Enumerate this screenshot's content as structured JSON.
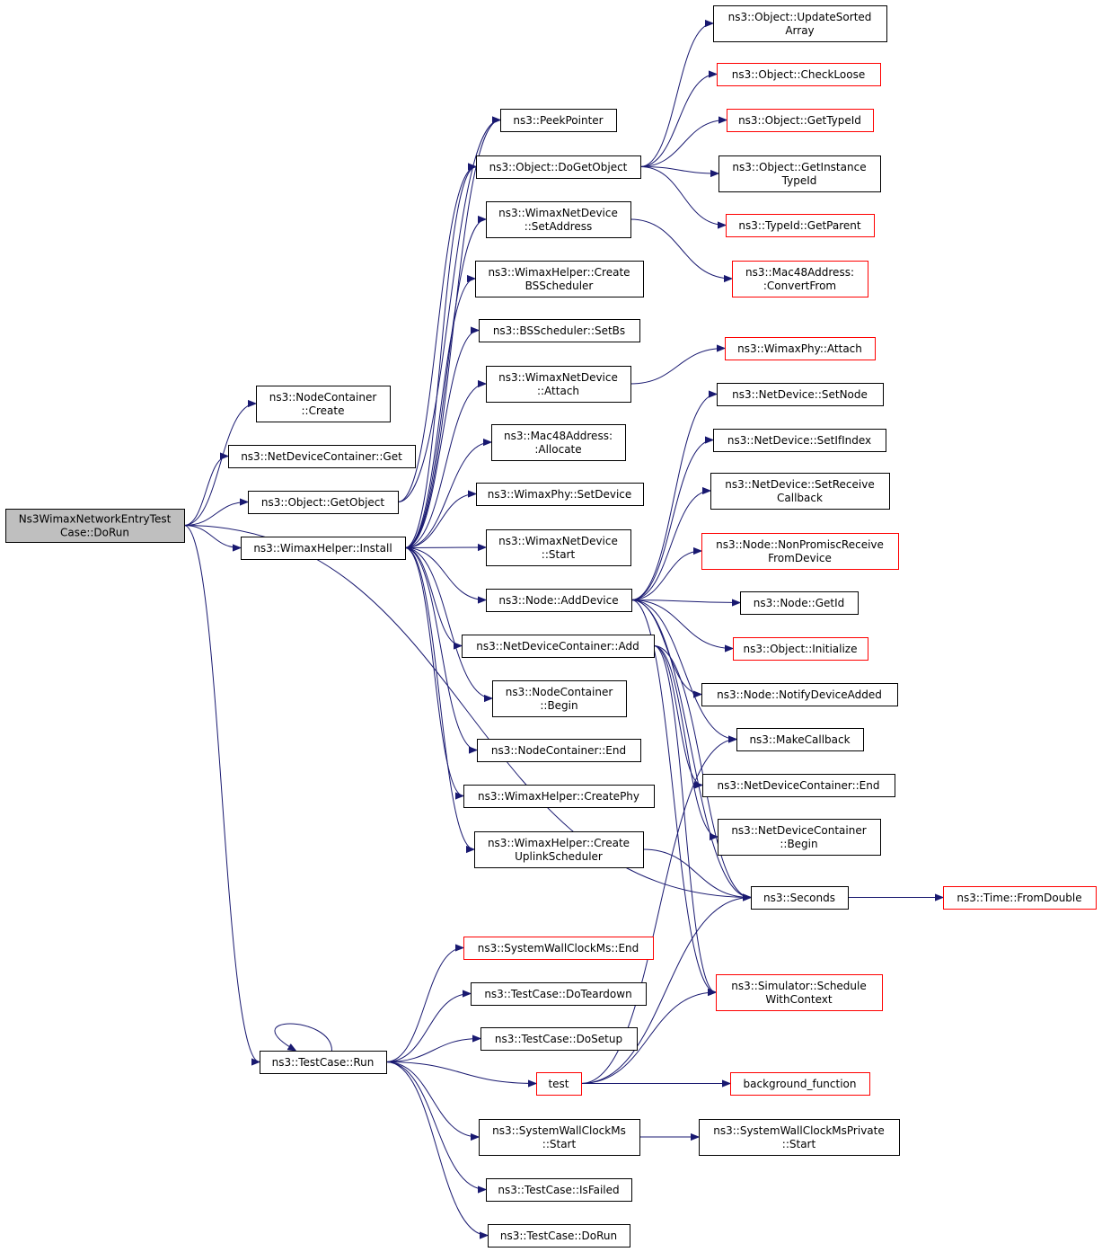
{
  "colors": {
    "edge": "#191970",
    "border_normal": "#000000",
    "border_truncated": "#ff0000",
    "root_fill": "#bfbfbf",
    "node_fill": "#ffffff"
  },
  "nodes": [
    {
      "id": "root",
      "lines": [
        "Ns3WimaxNetworkEntryTest",
        "Case::DoRun"
      ],
      "style": "root"
    },
    {
      "id": "nc_create",
      "lines": [
        "ns3::NodeContainer",
        "::Create"
      ],
      "style": "normal"
    },
    {
      "id": "ndc_get",
      "lines": [
        "ns3::NetDeviceContainer::Get"
      ],
      "style": "normal"
    },
    {
      "id": "obj_getobject",
      "lines": [
        "ns3::Object::GetObject"
      ],
      "style": "normal"
    },
    {
      "id": "wh_install",
      "lines": [
        "ns3::WimaxHelper::Install"
      ],
      "style": "normal"
    },
    {
      "id": "tc_run",
      "lines": [
        "ns3::TestCase::Run"
      ],
      "style": "normal"
    },
    {
      "id": "peekpointer",
      "lines": [
        "ns3::PeekPointer"
      ],
      "style": "normal"
    },
    {
      "id": "obj_dogetobject",
      "lines": [
        "ns3::Object::DoGetObject"
      ],
      "style": "normal"
    },
    {
      "id": "wnd_setaddress",
      "lines": [
        "ns3::WimaxNetDevice",
        "::SetAddress"
      ],
      "style": "normal"
    },
    {
      "id": "wh_createbss",
      "lines": [
        "ns3::WimaxHelper::Create",
        "BSScheduler"
      ],
      "style": "normal"
    },
    {
      "id": "bss_setbs",
      "lines": [
        "ns3::BSScheduler::SetBs"
      ],
      "style": "normal"
    },
    {
      "id": "wnd_attach",
      "lines": [
        "ns3::WimaxNetDevice",
        "::Attach"
      ],
      "style": "normal"
    },
    {
      "id": "mac_allocate",
      "lines": [
        "ns3::Mac48Address:",
        ":Allocate"
      ],
      "style": "normal"
    },
    {
      "id": "wp_setdevice",
      "lines": [
        "ns3::WimaxPhy::SetDevice"
      ],
      "style": "normal"
    },
    {
      "id": "wnd_start",
      "lines": [
        "ns3::WimaxNetDevice",
        "::Start"
      ],
      "style": "normal"
    },
    {
      "id": "node_adddevice",
      "lines": [
        "ns3::Node::AddDevice"
      ],
      "style": "normal"
    },
    {
      "id": "ndc_add",
      "lines": [
        "ns3::NetDeviceContainer::Add"
      ],
      "style": "normal"
    },
    {
      "id": "nc_begin",
      "lines": [
        "ns3::NodeContainer",
        "::Begin"
      ],
      "style": "normal"
    },
    {
      "id": "nc_end",
      "lines": [
        "ns3::NodeContainer::End"
      ],
      "style": "normal"
    },
    {
      "id": "wh_createphy",
      "lines": [
        "ns3::WimaxHelper::CreatePhy"
      ],
      "style": "normal"
    },
    {
      "id": "wh_createul",
      "lines": [
        "ns3::WimaxHelper::Create",
        "UplinkScheduler"
      ],
      "style": "normal"
    },
    {
      "id": "swc_end",
      "lines": [
        "ns3::SystemWallClockMs::End"
      ],
      "style": "truncated"
    },
    {
      "id": "tc_doteardown",
      "lines": [
        "ns3::TestCase::DoTeardown"
      ],
      "style": "normal"
    },
    {
      "id": "tc_dosetup",
      "lines": [
        "ns3::TestCase::DoSetup"
      ],
      "style": "normal"
    },
    {
      "id": "test",
      "lines": [
        "test"
      ],
      "style": "truncated"
    },
    {
      "id": "swc_start",
      "lines": [
        "ns3::SystemWallClockMs",
        "::Start"
      ],
      "style": "normal"
    },
    {
      "id": "tc_isfailed",
      "lines": [
        "ns3::TestCase::IsFailed"
      ],
      "style": "normal"
    },
    {
      "id": "tc_dorun",
      "lines": [
        "ns3::TestCase::DoRun"
      ],
      "style": "normal"
    },
    {
      "id": "obj_updatesorted",
      "lines": [
        "ns3::Object::UpdateSorted",
        "Array"
      ],
      "style": "normal"
    },
    {
      "id": "obj_checkloose",
      "lines": [
        "ns3::Object::CheckLoose"
      ],
      "style": "truncated"
    },
    {
      "id": "obj_gettypeid",
      "lines": [
        "ns3::Object::GetTypeId"
      ],
      "style": "truncated"
    },
    {
      "id": "obj_getinstancetypeid",
      "lines": [
        "ns3::Object::GetInstance",
        "TypeId"
      ],
      "style": "normal"
    },
    {
      "id": "tid_getparent",
      "lines": [
        "ns3::TypeId::GetParent"
      ],
      "style": "truncated"
    },
    {
      "id": "mac_convertfrom",
      "lines": [
        "ns3::Mac48Address:",
        ":ConvertFrom"
      ],
      "style": "truncated"
    },
    {
      "id": "wp_attach",
      "lines": [
        "ns3::WimaxPhy::Attach"
      ],
      "style": "truncated"
    },
    {
      "id": "nd_setnode",
      "lines": [
        "ns3::NetDevice::SetNode"
      ],
      "style": "normal"
    },
    {
      "id": "nd_setifindex",
      "lines": [
        "ns3::NetDevice::SetIfIndex"
      ],
      "style": "normal"
    },
    {
      "id": "nd_setreceivecb",
      "lines": [
        "ns3::NetDevice::SetReceive",
        "Callback"
      ],
      "style": "normal"
    },
    {
      "id": "node_nonpromisc",
      "lines": [
        "ns3::Node::NonPromiscReceive",
        "FromDevice"
      ],
      "style": "truncated"
    },
    {
      "id": "node_getid",
      "lines": [
        "ns3::Node::GetId"
      ],
      "style": "normal"
    },
    {
      "id": "obj_initialize",
      "lines": [
        "ns3::Object::Initialize"
      ],
      "style": "truncated"
    },
    {
      "id": "node_notifydeviceadded",
      "lines": [
        "ns3::Node::NotifyDeviceAdded"
      ],
      "style": "normal"
    },
    {
      "id": "makecallback",
      "lines": [
        "ns3::MakeCallback"
      ],
      "style": "normal"
    },
    {
      "id": "ndc_end",
      "lines": [
        "ns3::NetDeviceContainer::End"
      ],
      "style": "normal"
    },
    {
      "id": "ndc_begin",
      "lines": [
        "ns3::NetDeviceContainer",
        "::Begin"
      ],
      "style": "normal"
    },
    {
      "id": "seconds",
      "lines": [
        "ns3::Seconds"
      ],
      "style": "normal"
    },
    {
      "id": "time_fromdouble",
      "lines": [
        "ns3::Time::FromDouble"
      ],
      "style": "truncated"
    },
    {
      "id": "sim_schedulewithcontext",
      "lines": [
        "ns3::Simulator::Schedule",
        "WithContext"
      ],
      "style": "truncated"
    },
    {
      "id": "background_function",
      "lines": [
        "background_function"
      ],
      "style": "truncated"
    },
    {
      "id": "swcp_start",
      "lines": [
        "ns3::SystemWallClockMsPrivate",
        "::Start"
      ],
      "style": "normal"
    }
  ],
  "edges": [
    [
      "root",
      "nc_create"
    ],
    [
      "root",
      "ndc_get"
    ],
    [
      "root",
      "obj_getobject"
    ],
    [
      "root",
      "wh_install"
    ],
    [
      "root",
      "seconds"
    ],
    [
      "root",
      "tc_run"
    ],
    [
      "obj_getobject",
      "peekpointer"
    ],
    [
      "obj_getobject",
      "obj_dogetobject"
    ],
    [
      "wh_install",
      "peekpointer"
    ],
    [
      "wh_install",
      "obj_dogetobject"
    ],
    [
      "wh_install",
      "wnd_setaddress"
    ],
    [
      "wh_install",
      "wh_createbss"
    ],
    [
      "wh_install",
      "bss_setbs"
    ],
    [
      "wh_install",
      "wnd_attach"
    ],
    [
      "wh_install",
      "mac_allocate"
    ],
    [
      "wh_install",
      "wp_setdevice"
    ],
    [
      "wh_install",
      "wnd_start"
    ],
    [
      "wh_install",
      "node_adddevice"
    ],
    [
      "wh_install",
      "ndc_add"
    ],
    [
      "wh_install",
      "nc_begin"
    ],
    [
      "wh_install",
      "nc_end"
    ],
    [
      "wh_install",
      "wh_createphy"
    ],
    [
      "wh_install",
      "wh_createul"
    ],
    [
      "obj_dogetobject",
      "obj_updatesorted"
    ],
    [
      "obj_dogetobject",
      "obj_checkloose"
    ],
    [
      "obj_dogetobject",
      "obj_gettypeid"
    ],
    [
      "obj_dogetobject",
      "obj_getinstancetypeid"
    ],
    [
      "obj_dogetobject",
      "tid_getparent"
    ],
    [
      "wnd_setaddress",
      "mac_convertfrom"
    ],
    [
      "wnd_attach",
      "wp_attach"
    ],
    [
      "node_adddevice",
      "nd_setnode"
    ],
    [
      "node_adddevice",
      "nd_setifindex"
    ],
    [
      "node_adddevice",
      "nd_setreceivecb"
    ],
    [
      "node_adddevice",
      "node_nonpromisc"
    ],
    [
      "node_adddevice",
      "node_getid"
    ],
    [
      "node_adddevice",
      "obj_initialize"
    ],
    [
      "node_adddevice",
      "node_notifydeviceadded"
    ],
    [
      "node_adddevice",
      "makecallback"
    ],
    [
      "node_adddevice",
      "seconds"
    ],
    [
      "node_adddevice",
      "sim_schedulewithcontext"
    ],
    [
      "ndc_add",
      "ndc_end"
    ],
    [
      "ndc_add",
      "ndc_begin"
    ],
    [
      "ndc_add",
      "seconds"
    ],
    [
      "ndc_add",
      "sim_schedulewithcontext"
    ],
    [
      "wh_createul",
      "seconds"
    ],
    [
      "seconds",
      "time_fromdouble"
    ],
    [
      "tc_run",
      "tc_run"
    ],
    [
      "tc_run",
      "swc_end"
    ],
    [
      "tc_run",
      "tc_doteardown"
    ],
    [
      "tc_run",
      "tc_dosetup"
    ],
    [
      "tc_run",
      "test"
    ],
    [
      "tc_run",
      "swc_start"
    ],
    [
      "tc_run",
      "tc_isfailed"
    ],
    [
      "tc_run",
      "tc_dorun"
    ],
    [
      "test",
      "seconds"
    ],
    [
      "test",
      "makecallback"
    ],
    [
      "test",
      "sim_schedulewithcontext"
    ],
    [
      "test",
      "background_function"
    ],
    [
      "swc_start",
      "swcp_start"
    ]
  ]
}
